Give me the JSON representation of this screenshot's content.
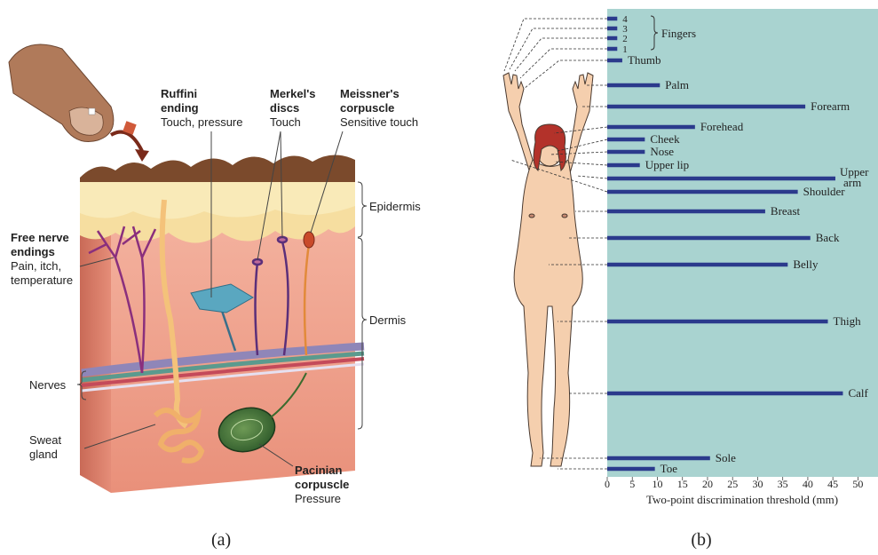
{
  "panel_a": {
    "caption": "(a)",
    "ruffini": {
      "title_1": "Ruffini",
      "title_2": "ending",
      "desc": "Touch, pressure"
    },
    "merkel": {
      "title_1": "Merkel's",
      "title_2": "discs",
      "desc": "Touch"
    },
    "meissner": {
      "title_1": "Meissner's",
      "title_2": "corpuscle",
      "desc": "Sensitive touch"
    },
    "free_nerve": {
      "title_1": "Free nerve",
      "title_2": "endings",
      "desc_1": "Pain, itch,",
      "desc_2": "temperature"
    },
    "epidermis": "Epidermis",
    "dermis": "Dermis",
    "nerves": "Nerves",
    "sweat": {
      "line_1": "Sweat",
      "line_2": "gland"
    },
    "pacinian": {
      "title_1": "Pacinian",
      "title_2": "corpuscle",
      "desc": "Pressure"
    }
  },
  "panel_b": {
    "caption": "(b)",
    "fingers_group_label": "Fingers"
  },
  "chart_data": {
    "type": "bar",
    "orientation": "horizontal",
    "xlabel": "Two-point discrimination threshold (mm)",
    "xlim": [
      0,
      54
    ],
    "xticks": [
      0,
      5,
      10,
      15,
      20,
      25,
      30,
      35,
      40,
      45,
      50
    ],
    "background": "#a9d3d0",
    "bar_color": "#2b3a8c",
    "categories": [
      "4",
      "3",
      "2",
      "1",
      "Thumb",
      "Palm",
      "Forearm",
      "Forehead",
      "Cheek",
      "Nose",
      "Upper lip",
      "Upper arm",
      "Shoulder",
      "Breast",
      "Back",
      "Belly",
      "Thigh",
      "Calf",
      "Sole",
      "Toe"
    ],
    "values": [
      2,
      2,
      2,
      2,
      3,
      10.5,
      39.5,
      17.5,
      7.5,
      7.5,
      6.5,
      45.5,
      38,
      31.5,
      40.5,
      36,
      44,
      47,
      20.5,
      9.5
    ]
  }
}
